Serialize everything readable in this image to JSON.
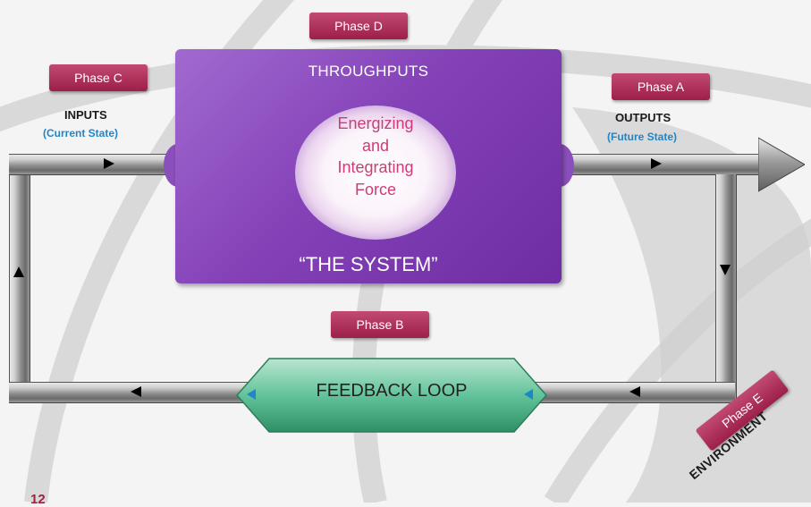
{
  "system": {
    "title": "THROUGHPUTS",
    "name": "“THE SYSTEM”",
    "force_lines": [
      "Energizing",
      "and",
      "Integrating",
      "Force"
    ]
  },
  "phases": {
    "a": "Phase A",
    "b": "Phase B",
    "c": "Phase C",
    "d": "Phase D",
    "e": "Phase E"
  },
  "inputs": {
    "label": "INPUTS",
    "state": "(Current State)"
  },
  "outputs": {
    "label": "OUTPUTS",
    "state": "(Future State)"
  },
  "feedback": {
    "label": "FEEDBACK LOOP"
  },
  "environment": {
    "label": "ENVIRONMENT"
  },
  "page_number": "12",
  "colors": {
    "phase_badge": "#9c1f48",
    "system_box": "#8542b8",
    "force_text": "#cc3d77",
    "state_text": "#1f86c8",
    "feedback_band": "#3aa57a"
  }
}
